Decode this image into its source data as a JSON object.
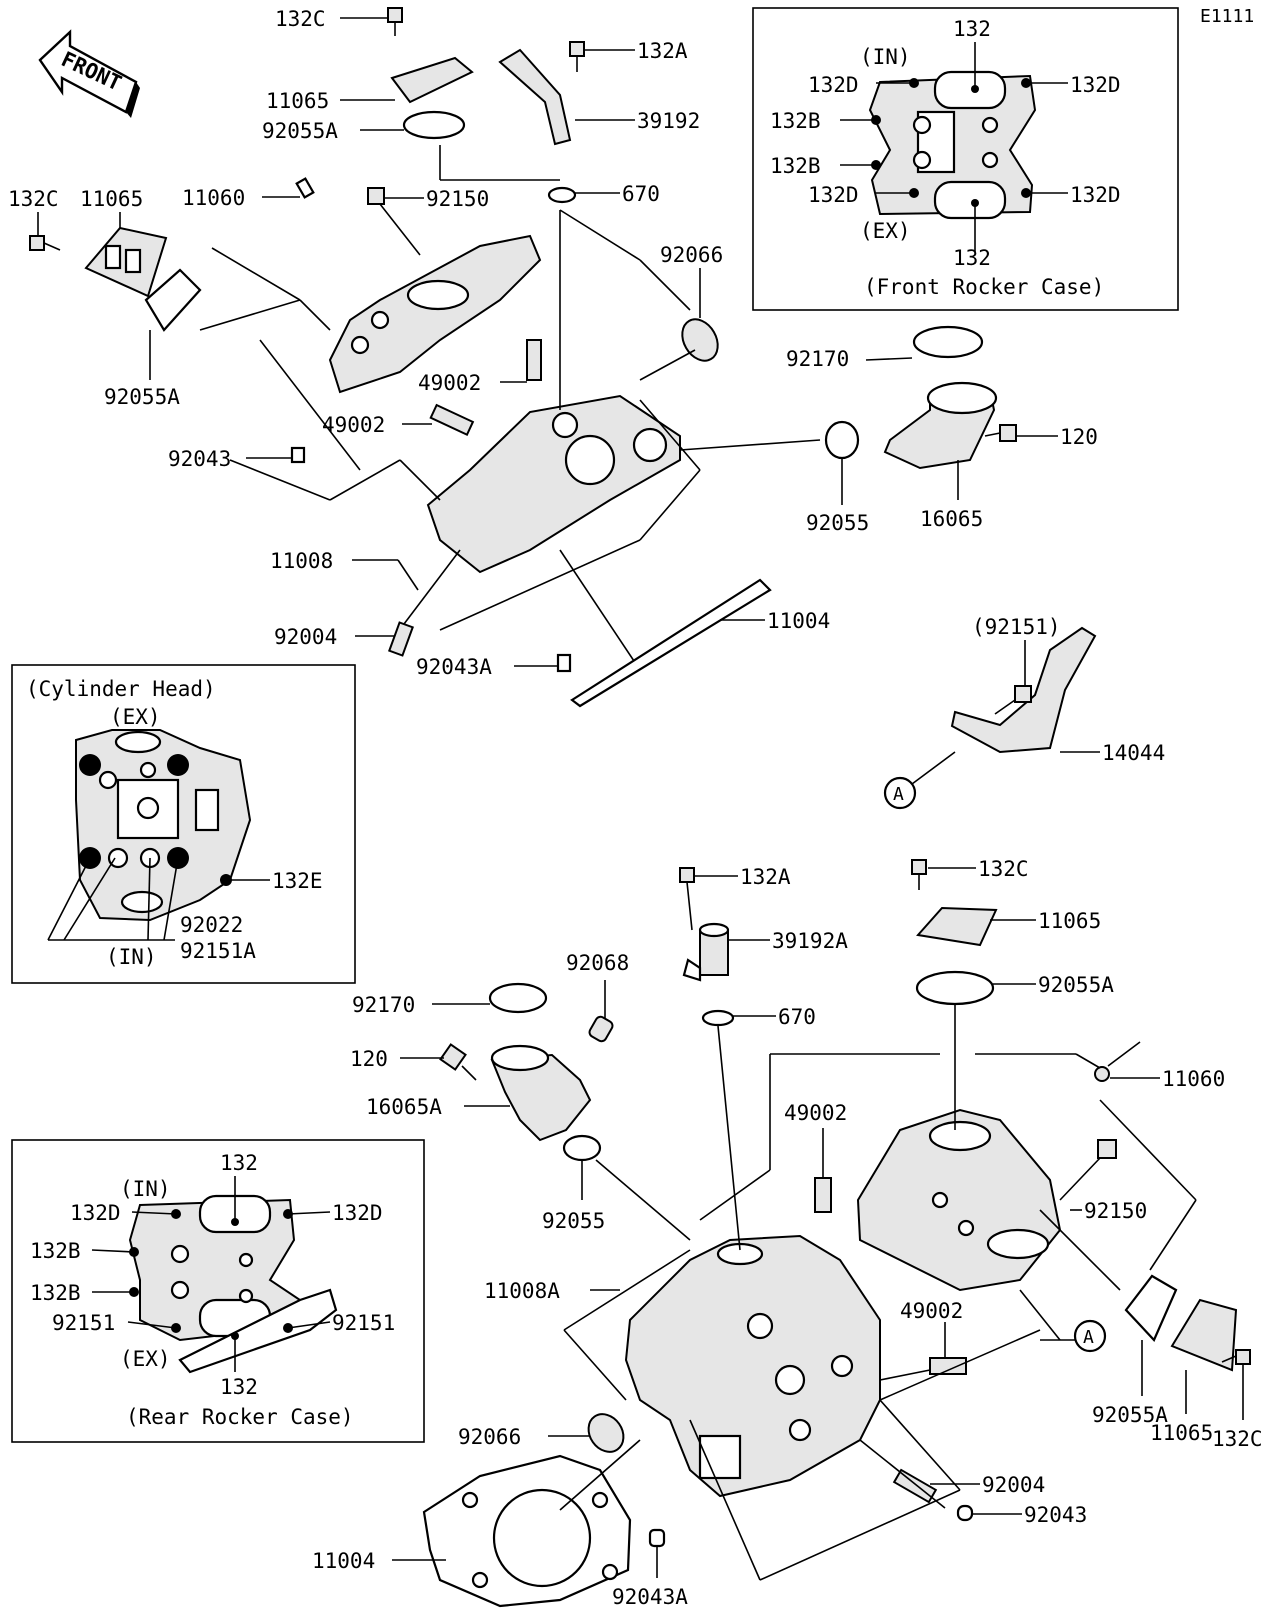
{
  "diagram_code": "E1111",
  "front_arrow": "FRONT",
  "callout_marker": "A",
  "front_rocker_case": {
    "title": "(Front Rocker Case)",
    "in": "(IN)",
    "ex": "(EX)",
    "labels": {
      "top_132": "132",
      "bottom_132": "132",
      "d1": "132D",
      "d2": "132D",
      "d3": "132D",
      "d4": "132D",
      "b1": "132B",
      "b2": "132B"
    }
  },
  "cylinder_head_inset": {
    "title": "(Cylinder Head)",
    "ex": "(EX)",
    "in": "(IN)",
    "labels": {
      "e": "132E",
      "p1": "92022",
      "p2": "92151A"
    }
  },
  "rear_rocker_case": {
    "title": "(Rear Rocker Case)",
    "in": "(IN)",
    "ex": "(EX)",
    "labels": {
      "top_132": "132",
      "bottom_132": "132",
      "d1": "132D",
      "d2": "132D",
      "b1": "132B",
      "b2": "132B",
      "s1": "92151",
      "s2": "92151"
    }
  },
  "front_parts": {
    "p132c_top": "132C",
    "p132a_top": "132A",
    "p11065_top": "11065",
    "p92055a_top": "92055A",
    "p39192": "39192",
    "p132c_left": "132C",
    "p11065_left": "11065",
    "p11060": "11060",
    "p92150": "92150",
    "p670": "670",
    "p92066": "92066",
    "p92055a_left": "92055A",
    "p49002_a": "49002",
    "p49002_b": "49002",
    "p92170": "92170",
    "p120": "120",
    "p92043": "92043",
    "p92055": "92055",
    "p16065": "16065",
    "p11008": "11008",
    "p11004": "11004",
    "p92004": "92004",
    "p92043a": "92043A",
    "p92151_paren": "(92151)",
    "p14044": "14044"
  },
  "rear_parts": {
    "p132a": "132A",
    "p132c": "132C",
    "p39192a": "39192A",
    "p11065_a": "11065",
    "p92068": "92068",
    "p92055a_a": "92055A",
    "p92170": "92170",
    "p670": "670",
    "p120": "120",
    "p16065a": "16065A",
    "p11060": "11060",
    "p49002_a": "49002",
    "p92055": "92055",
    "p92150": "92150",
    "p11008a": "11008A",
    "p49002_b": "49002",
    "p92055a_b": "92055A",
    "p11065_b": "11065",
    "p132c_b": "132C",
    "p92066": "92066",
    "p92004": "92004",
    "p92043": "92043",
    "p11004": "11004",
    "p92043a": "92043A"
  }
}
